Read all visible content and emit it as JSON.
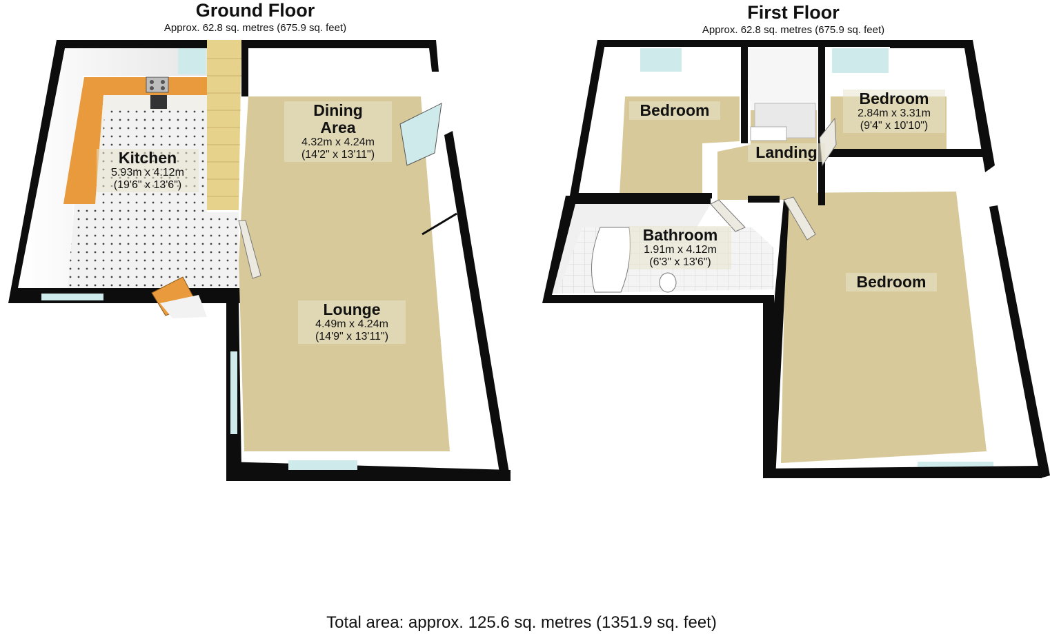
{
  "ground_floor": {
    "title": "Ground Floor",
    "area": "Approx. 62.8 sq. metres (675.9 sq. feet)",
    "rooms": {
      "kitchen": {
        "name": "Kitchen",
        "metric": "5.93m x 4.12m",
        "imperial": "(19'6\" x 13'6\")"
      },
      "dining": {
        "name": "Dining",
        "name2": "Area",
        "metric": "4.32m x 4.24m",
        "imperial": "(14'2\" x 13'11\")"
      },
      "lounge": {
        "name": "Lounge",
        "metric": "4.49m x 4.24m",
        "imperial": "(14'9\" x 13'11\")"
      }
    }
  },
  "first_floor": {
    "title": "First Floor",
    "area": "Approx. 62.8 sq. metres (675.9 sq. feet)",
    "rooms": {
      "bedroom_front_left": {
        "name": "Bedroom"
      },
      "landing": {
        "name": "Landing"
      },
      "bedroom_small": {
        "name": "Bedroom",
        "metric": "2.84m x 3.31m",
        "imperial": "(9'4\" x 10'10\")"
      },
      "bathroom": {
        "name": "Bathroom",
        "metric": "1.91m x 4.12m",
        "imperial": "(6'3\" x 13'6\")"
      },
      "bedroom_large": {
        "name": "Bedroom"
      }
    }
  },
  "total_area": "Total area: approx. 125.6 sq. metres (1351.9 sq. feet)",
  "colors": {
    "wall": "#0d0d0d",
    "carpet": "#d8c99a",
    "tile_floor": "#f1f1f1",
    "kitchen_worktop": "#e89a3c",
    "stairs": "#e7d28c",
    "window": "#cfeaea"
  }
}
